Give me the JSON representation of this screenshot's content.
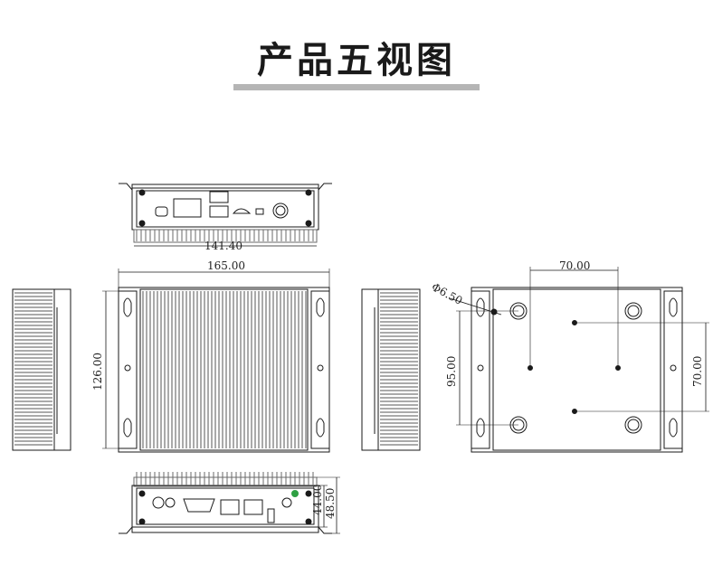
{
  "page": {
    "title": "产品五视图"
  },
  "dimensions": {
    "top_width": "141.40",
    "front_width": "165.00",
    "front_height": "126.00",
    "hole_diameter": "Φ6.50",
    "hole_spacing_x": "70.00",
    "hole_spacing_y": "95.00",
    "mount_spacing_right": "70.00",
    "rear_height_inner": "44.00",
    "rear_height_outer": "48.50"
  },
  "colors": {
    "line": "#1a1a1a",
    "fin": "#6a6a6a",
    "accent_led": "#2ea043",
    "underline": "#b5b5b5"
  }
}
